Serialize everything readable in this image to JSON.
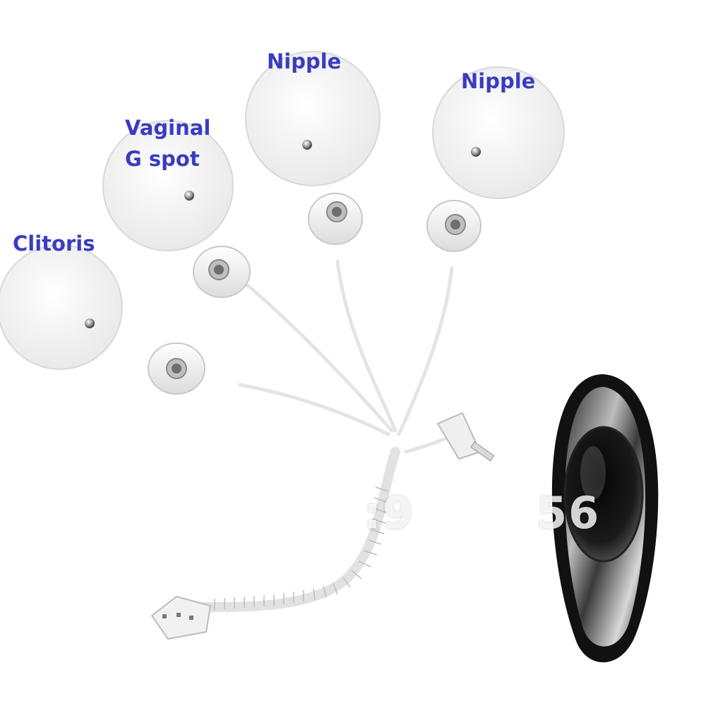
{
  "labels": {
    "nipple_center": "Nipple",
    "nipple_right": "Nipple",
    "vaginal_line1": "Vaginal",
    "vaginal_line2": "G spot",
    "clitoris": "Clitoris"
  },
  "watermark": {
    "left": ":9",
    "right": "56"
  },
  "colors": {
    "label_text": "#3a3cc0",
    "pad_fill": "#f6f6f6",
    "cable": "#e6e6e6",
    "remote_body": "#111111"
  }
}
